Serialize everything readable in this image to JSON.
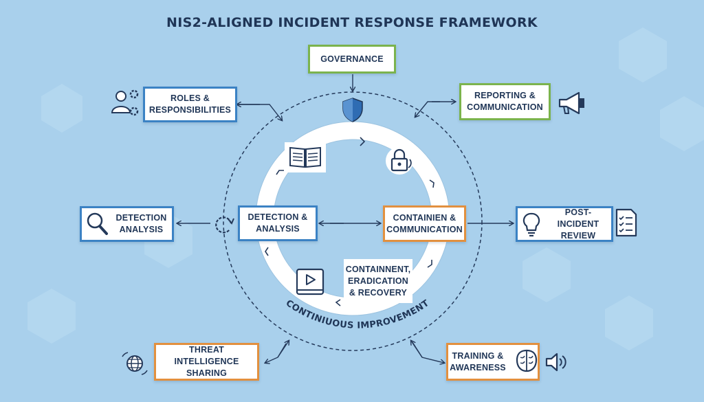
{
  "title": "NIS2-ALIGNED INCIDENT RESPONSE FRAMEWORK",
  "nodes": {
    "governance": "GOVERNANCE",
    "roles": "ROLES &\nRESPONSIBILITIES",
    "reporting": "REPORTING &\nCOMMUNICATION",
    "detection_left": "DETECTION\nANALYSIS",
    "detection_inner": "DETECTION &\nANALYSIS",
    "containment_comm": "CONTAINIEN &\nCOMMUNICATION",
    "post_incident": "POST-INCIDENT\nREVIEW",
    "containment_recovery": "CONTAINNENT,\nERADICATION\n& RECOVERY",
    "threat_intel": "THREAT INTELLIGENCE\nSHARING",
    "training": "TRAINING &\nAWARENESS"
  },
  "ring_label": "CONTINIUOUS IMPROVEMENT",
  "colors": {
    "background": "#a9d0ec",
    "blue": "#3b82c4",
    "green": "#7bb34d",
    "orange": "#e2903f",
    "text": "#1f3556"
  },
  "icons": [
    "shield-icon",
    "people-gears-icon",
    "megaphone-icon",
    "magnifier-icon",
    "refresh-icon",
    "book-icon",
    "lock-icon",
    "lightbulb-icon",
    "checklist-icon",
    "play-video-icon",
    "globe-icon",
    "brain-icon",
    "speaker-icon"
  ]
}
